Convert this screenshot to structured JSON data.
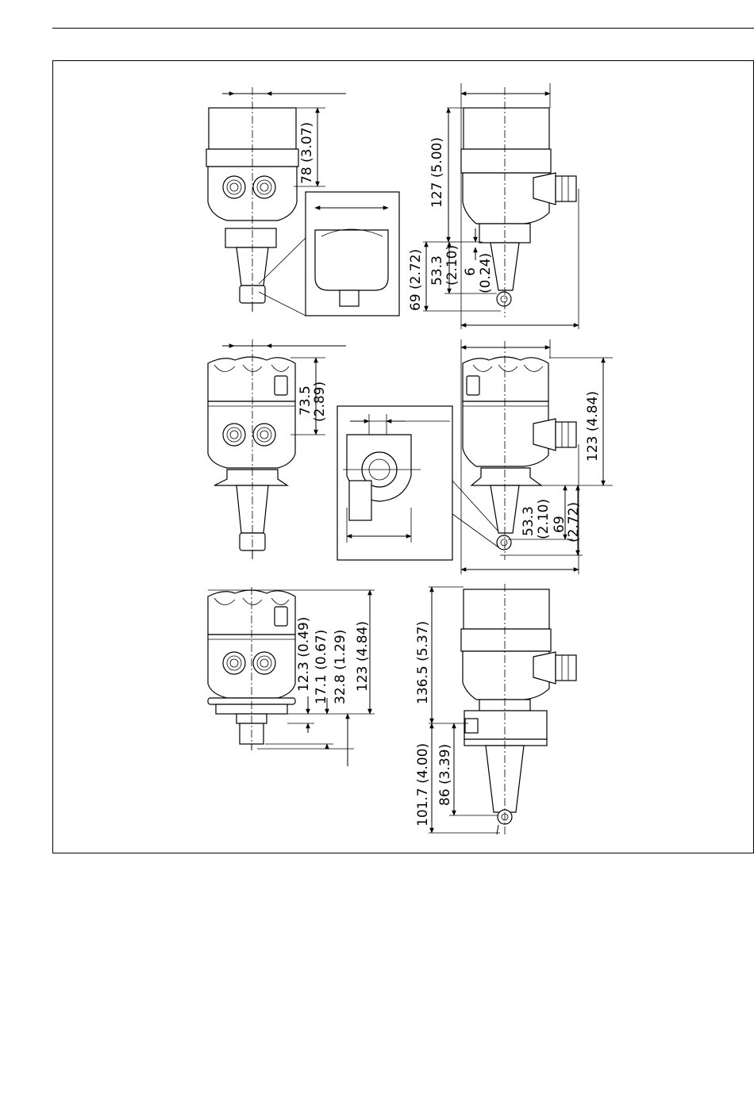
{
  "dimensions": {
    "v1": [
      "78 (3.07)"
    ],
    "v2": [
      "127 (5.00)",
      "69 (2.72)",
      "53.3",
      "(2.10)",
      "6",
      "(0.24)"
    ],
    "v3": [
      "73.5",
      "(2.89)"
    ],
    "v4": [
      "123 (4.84)",
      "53.3",
      "(2.10)",
      "69",
      "(2.72)"
    ],
    "v5": [
      "12.3 (0.49)",
      "17.1 (0.67)",
      "32.8 (1.29)",
      "123 (4.84)"
    ],
    "v6": [
      "136.5 (5.37)",
      "101.7 (4.00)",
      "86 (3.39)"
    ]
  }
}
